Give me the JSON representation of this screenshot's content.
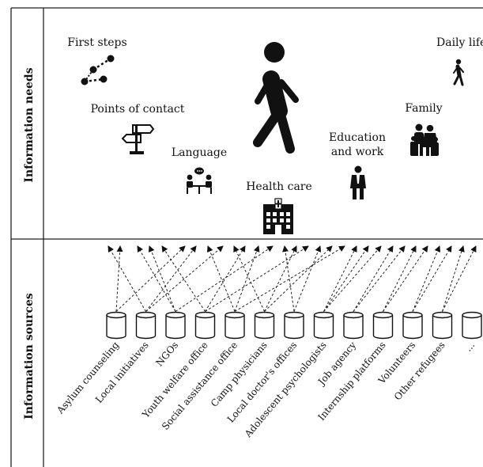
{
  "rows": {
    "needs_label": "Information needs",
    "sources_label": "Information sources"
  },
  "needs": {
    "first_steps": "First steps",
    "daily_life": "Daily life",
    "points_of_contact": "Points of contact",
    "family": "Family",
    "language": "Language",
    "education_line1": "Education",
    "education_line2": "and work",
    "health_care": "Health care"
  },
  "sources": [
    "Asylum counseling",
    "Local initiatives",
    "NGOs",
    "Youth welfare office",
    "Social assistance office",
    "Camp physicians",
    "Local doctor's offices",
    "Adolescent psychologists",
    "Job agency",
    "Internship platforms",
    "Volunteers",
    "Other refugees",
    "..."
  ],
  "icons": {
    "first_steps": "route-dots-icon",
    "daily_life": "walking-person-small-icon",
    "points_of_contact": "signpost-icon",
    "family": "family-icon",
    "language": "conversation-icon",
    "education": "businessman-icon",
    "health_care": "hospital-icon",
    "center": "walking-person-icon",
    "source": "database-icon"
  }
}
